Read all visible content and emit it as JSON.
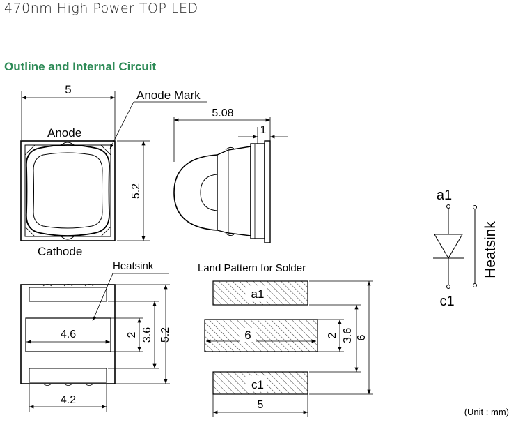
{
  "header": {
    "title": "470nm High Power TOP LED"
  },
  "section": {
    "title": "Outline and Internal Circuit"
  },
  "labels": {
    "anode": "Anode",
    "cathode": "Cathode",
    "anode_mark": "Anode Mark",
    "heatsink_label": "Heatsink",
    "land_pattern": "Land Pattern for Solder",
    "unit": "(Unit : mm)"
  },
  "dims": {
    "top_width": "5",
    "top_height": "5.2",
    "side_depth": "5.08",
    "side_lead": "1",
    "bottom_heatsink_width": "4.6",
    "bottom_pad_gap": "2",
    "bottom_heatsink_height": "3.6",
    "bottom_total_height": "5.2",
    "bottom_width": "4.2",
    "land_pad_a1": "a1",
    "land_pad_center": "6",
    "land_pad_c1": "c1",
    "land_gap": "2",
    "land_mid": "3.6",
    "land_total": "6",
    "land_width": "5"
  },
  "circuit": {
    "anode_pin": "a1",
    "cathode_pin": "c1",
    "heatsink": "Heatsink"
  }
}
